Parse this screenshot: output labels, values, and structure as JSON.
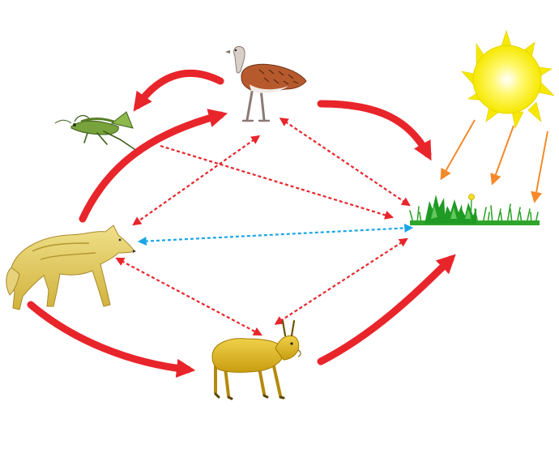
{
  "diagram": {
    "type": "food-web",
    "nodes": [
      {
        "id": "bustard",
        "icon": "bustard-bird-icon"
      },
      {
        "id": "grasshopper",
        "icon": "grasshopper-icon"
      },
      {
        "id": "wolf",
        "icon": "wolf-icon"
      },
      {
        "id": "saiga",
        "icon": "saiga-antelope-icon"
      },
      {
        "id": "grass",
        "icon": "grass-plants-icon"
      },
      {
        "id": "sun",
        "icon": "sun-icon"
      }
    ],
    "edges": [
      {
        "from": "bustard",
        "to": "grasshopper",
        "style": "thick-red-arrow"
      },
      {
        "from": "bustard",
        "to": "grass",
        "style": "thick-red-arrow"
      },
      {
        "from": "wolf",
        "to": "bustard",
        "style": "thick-red-arrow"
      },
      {
        "from": "wolf",
        "to": "saiga",
        "style": "thick-red-arrow"
      },
      {
        "from": "saiga",
        "to": "grass",
        "style": "thick-red-arrow"
      },
      {
        "from": "sun",
        "to": "grass",
        "style": "thin-orange-arrow",
        "count": 3
      },
      {
        "from": "bustard",
        "to": "wolf",
        "style": "dotted-red-double-arrow"
      },
      {
        "from": "bustard",
        "to": "grass",
        "style": "dotted-red-double-arrow"
      },
      {
        "from": "grasshopper",
        "to": "grass",
        "style": "dotted-red-arrow"
      },
      {
        "from": "wolf",
        "to": "grass",
        "style": "dotted-blue-double-arrow"
      },
      {
        "from": "wolf",
        "to": "saiga",
        "style": "dotted-red-double-arrow"
      },
      {
        "from": "saiga",
        "to": "grass",
        "style": "dotted-red-double-arrow"
      }
    ],
    "colors": {
      "thick_arrow": "#e8252b",
      "dotted_red": "#e8252b",
      "dotted_blue": "#1aa6e6",
      "sun_arrow": "#f5892a",
      "sun_fill": "#fff500",
      "grass": "#2fa52b"
    }
  }
}
